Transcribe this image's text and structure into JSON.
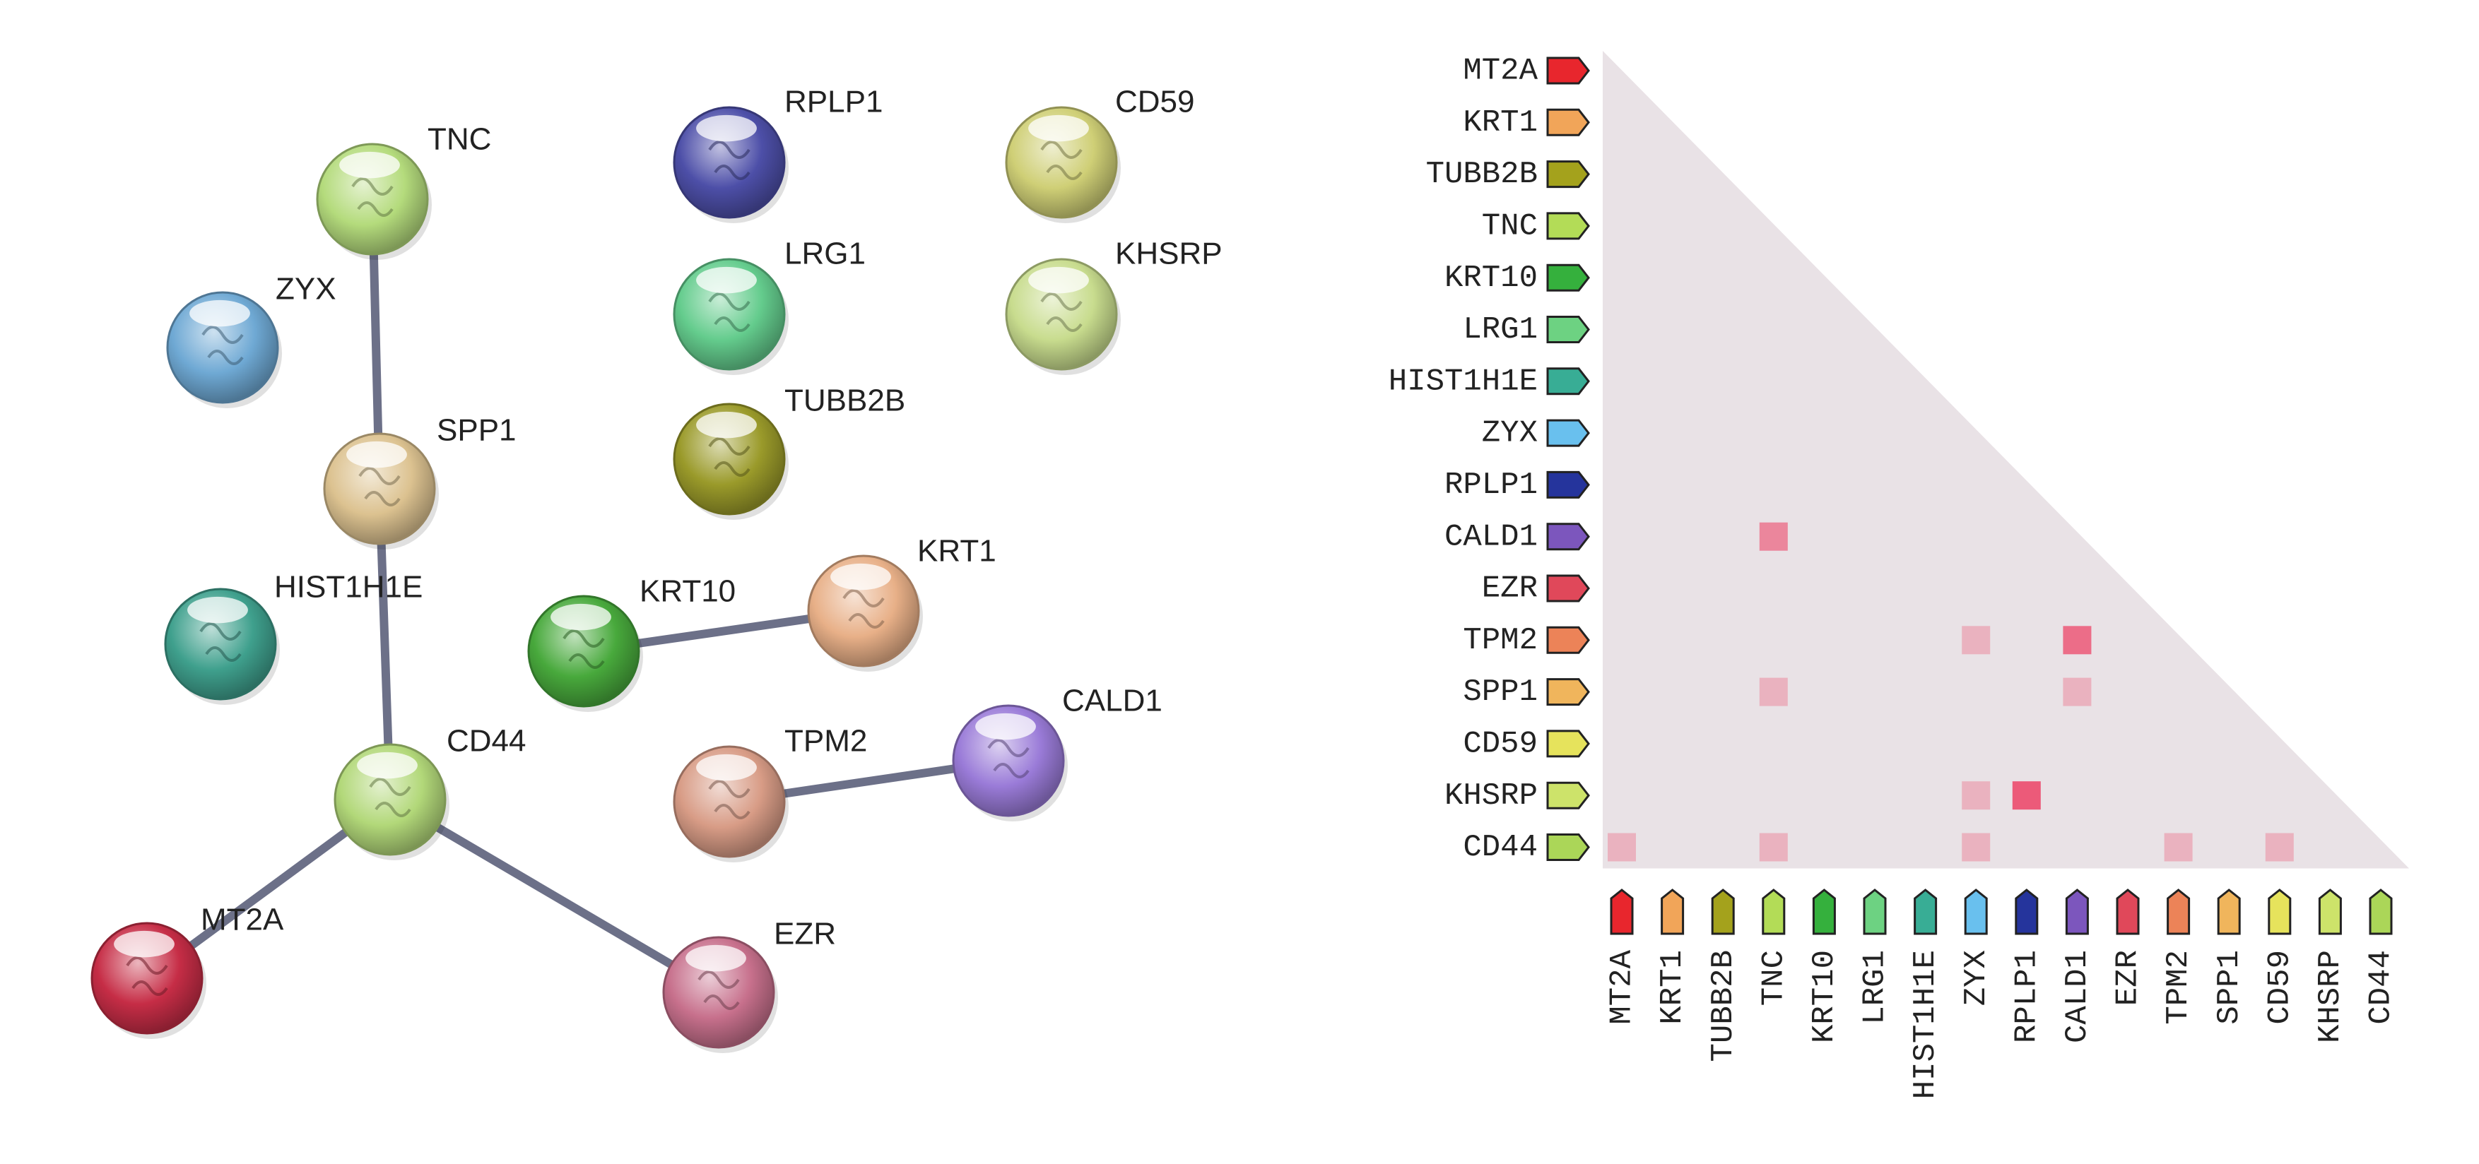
{
  "network": {
    "proteins": [
      {
        "id": "TNC",
        "label": "TNC",
        "color": "#b4db7c"
      },
      {
        "id": "ZYX",
        "label": "ZYX",
        "color": "#6fa9d4"
      },
      {
        "id": "SPP1",
        "label": "SPP1",
        "color": "#dcc290"
      },
      {
        "id": "HIST1H1E",
        "label": "HIST1H1E",
        "color": "#3fa08d"
      },
      {
        "id": "CD44",
        "label": "CD44",
        "color": "#b2d879"
      },
      {
        "id": "MT2A",
        "label": "MT2A",
        "color": "#c62d46"
      },
      {
        "id": "RPLP1",
        "label": "RPLP1",
        "color": "#4d4fa8"
      },
      {
        "id": "LRG1",
        "label": "LRG1",
        "color": "#64cc8d"
      },
      {
        "id": "TUBB2B",
        "label": "TUBB2B",
        "color": "#9a9a2a"
      },
      {
        "id": "CD59",
        "label": "CD59",
        "color": "#cfcf76"
      },
      {
        "id": "KHSRP",
        "label": "KHSRP",
        "color": "#c8dc8e"
      },
      {
        "id": "KRT10",
        "label": "KRT10",
        "color": "#48a93c"
      },
      {
        "id": "KRT1",
        "label": "KRT1",
        "color": "#e8b088"
      },
      {
        "id": "TPM2",
        "label": "TPM2",
        "color": "#d89c86"
      },
      {
        "id": "CALD1",
        "label": "CALD1",
        "color": "#9a7bd8"
      },
      {
        "id": "EZR",
        "label": "EZR",
        "color": "#c7708c"
      }
    ],
    "edges": [
      {
        "source": "TNC",
        "target": "SPP1"
      },
      {
        "source": "SPP1",
        "target": "CD44"
      },
      {
        "source": "CD44",
        "target": "MT2A"
      },
      {
        "source": "CD44",
        "target": "EZR"
      },
      {
        "source": "KRT10",
        "target": "KRT1"
      },
      {
        "source": "TPM2",
        "target": "CALD1"
      }
    ],
    "edge_color": "#6c7088"
  },
  "matrix": {
    "rows": [
      {
        "label": "MT2A",
        "color": "#e8262d"
      },
      {
        "label": "KRT1",
        "color": "#f1a559"
      },
      {
        "label": "TUBB2B",
        "color": "#a4a21c"
      },
      {
        "label": "TNC",
        "color": "#b3dc57"
      },
      {
        "label": "KRT10",
        "color": "#35b03d"
      },
      {
        "label": "LRG1",
        "color": "#6dd282"
      },
      {
        "label": "HIST1H1E",
        "color": "#38ad95"
      },
      {
        "label": "ZYX",
        "color": "#69c0ee"
      },
      {
        "label": "RPLP1",
        "color": "#25349c"
      },
      {
        "label": "CALD1",
        "color": "#7c56bd"
      },
      {
        "label": "EZR",
        "color": "#e0485a"
      },
      {
        "label": "TPM2",
        "color": "#ec8358"
      },
      {
        "label": "SPP1",
        "color": "#f0b55c"
      },
      {
        "label": "CD59",
        "color": "#e6e35c"
      },
      {
        "label": "KHSRP",
        "color": "#cde36a"
      },
      {
        "label": "CD44",
        "color": "#abd658"
      }
    ],
    "columns": [
      "MT2A",
      "KRT1",
      "TUBB2B",
      "TNC",
      "KRT10",
      "LRG1",
      "HIST1H1E",
      "ZYX",
      "RPLP1",
      "CALD1",
      "EZR",
      "TPM2",
      "SPP1",
      "CD59",
      "KHSRP",
      "CD44"
    ],
    "background_color": "#e9e2e6",
    "cells": [
      {
        "row": "CALD1",
        "col": "TNC",
        "strength": 0.55
      },
      {
        "row": "TPM2",
        "col": "ZYX",
        "strength": 0.2
      },
      {
        "row": "TPM2",
        "col": "CALD1",
        "strength": 0.75
      },
      {
        "row": "SPP1",
        "col": "TNC",
        "strength": 0.2
      },
      {
        "row": "SPP1",
        "col": "CALD1",
        "strength": 0.2
      },
      {
        "row": "KHSRP",
        "col": "ZYX",
        "strength": 0.2
      },
      {
        "row": "KHSRP",
        "col": "RPLP1",
        "strength": 0.9
      },
      {
        "row": "CD44",
        "col": "MT2A",
        "strength": 0.2
      },
      {
        "row": "CD44",
        "col": "TNC",
        "strength": 0.2
      },
      {
        "row": "CD44",
        "col": "ZYX",
        "strength": 0.2
      },
      {
        "row": "CD44",
        "col": "TPM2",
        "strength": 0.2
      },
      {
        "row": "CD44",
        "col": "CD59",
        "strength": 0.2
      }
    ],
    "cell_color": "#ec4d6e"
  }
}
